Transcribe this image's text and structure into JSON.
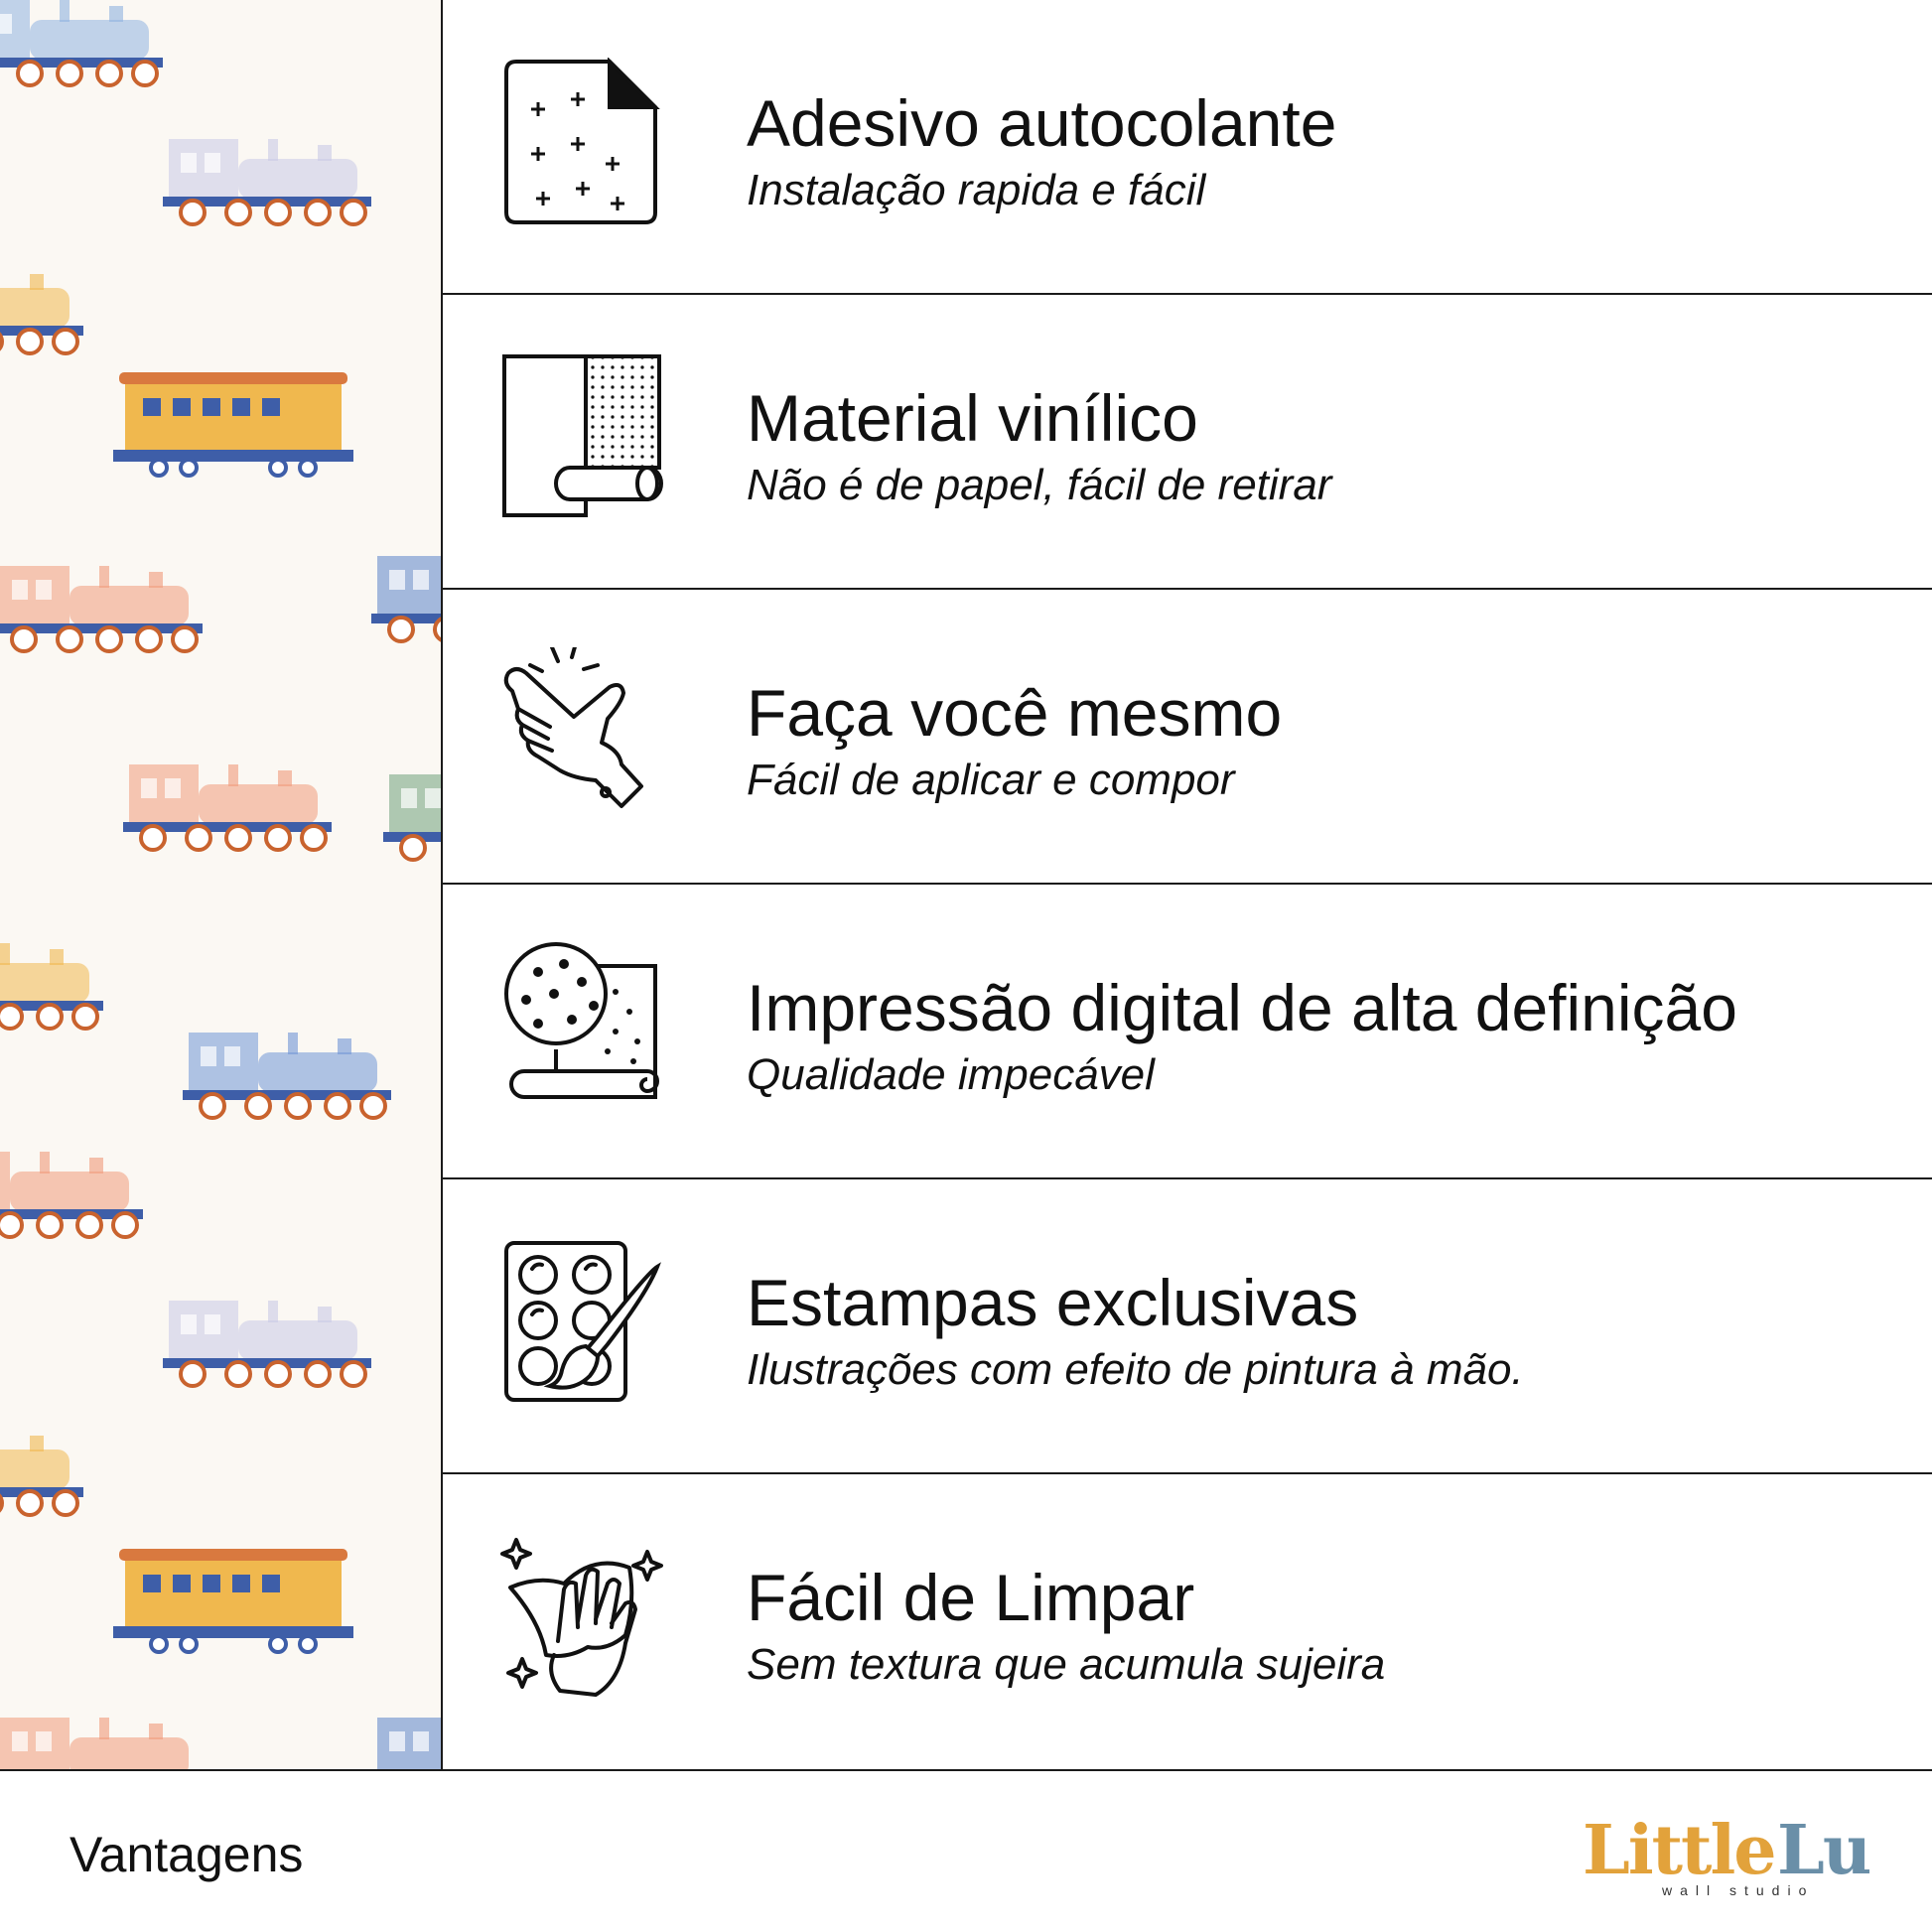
{
  "brand": {
    "logo_word_1": "Little",
    "logo_word_2": "Lu",
    "logo_sub": "wall studio",
    "color_primary": "#e2a23b",
    "color_secondary": "#6a8fa8"
  },
  "footer": {
    "label": "Vantagens"
  },
  "features": [
    {
      "icon": "sticker-sheet-icon",
      "title": "Adesivo autocolante",
      "subtitle": "Instalação rapida e fácil"
    },
    {
      "icon": "vinyl-roll-icon",
      "title": "Material vinílico",
      "subtitle": "Não é de papel, fácil de retirar"
    },
    {
      "icon": "snapping-hand-icon",
      "title": "Faça você mesmo",
      "subtitle": "Fácil de aplicar e compor"
    },
    {
      "icon": "print-roll-icon",
      "title": "Impressão digital de alta definição",
      "subtitle": "Qualidade impecável"
    },
    {
      "icon": "paint-palette-icon",
      "title": "Estampas exclusivas",
      "subtitle": "Ilustrações com efeito de pintura à mão."
    },
    {
      "icon": "cleaning-cloth-icon",
      "title": "Fácil de Limpar",
      "subtitle": "Sem textura que acumula sujeira"
    }
  ]
}
